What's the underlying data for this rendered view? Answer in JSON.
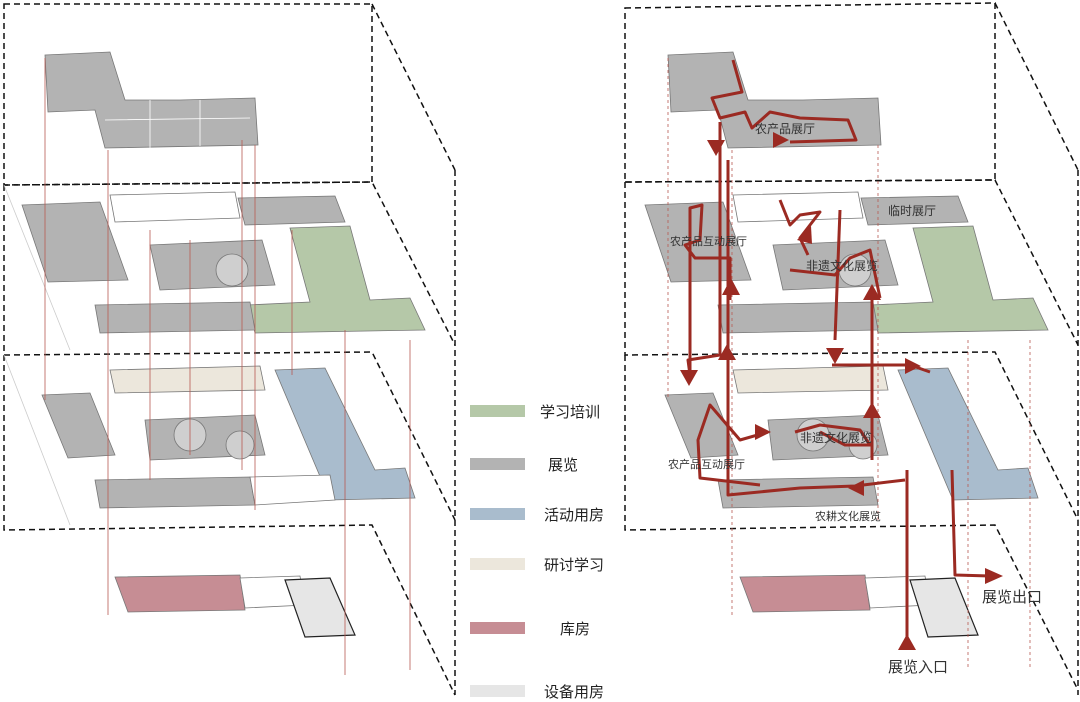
{
  "legend": [
    {
      "label": "学习培训",
      "color": "#b5c8a8"
    },
    {
      "label": "展览",
      "color": "#b3b3b3"
    },
    {
      "label": "活动用房",
      "color": "#a9bccd"
    },
    {
      "label": "研讨学习",
      "color": "#ece7dc"
    },
    {
      "label": "库房",
      "color": "#c68d94"
    },
    {
      "label": "设备用房",
      "color": "#e6e6e6"
    }
  ],
  "route_labels": {
    "top_hall": "农产品展厅",
    "temp_hall": "临时展厅",
    "interactive_upper": "农产品互动展厅",
    "heritage_upper": "非遗文化展览",
    "heritage_lower": "非遗文化展览",
    "interactive_lower": "农产品互动展厅",
    "farming_exhibit": "农耕文化展览",
    "exit": "展览出口",
    "entrance": "展览入口"
  },
  "colors": {
    "route": "#9b2a22",
    "guide_line": "#b85a52",
    "plan_edge": "#777777"
  }
}
